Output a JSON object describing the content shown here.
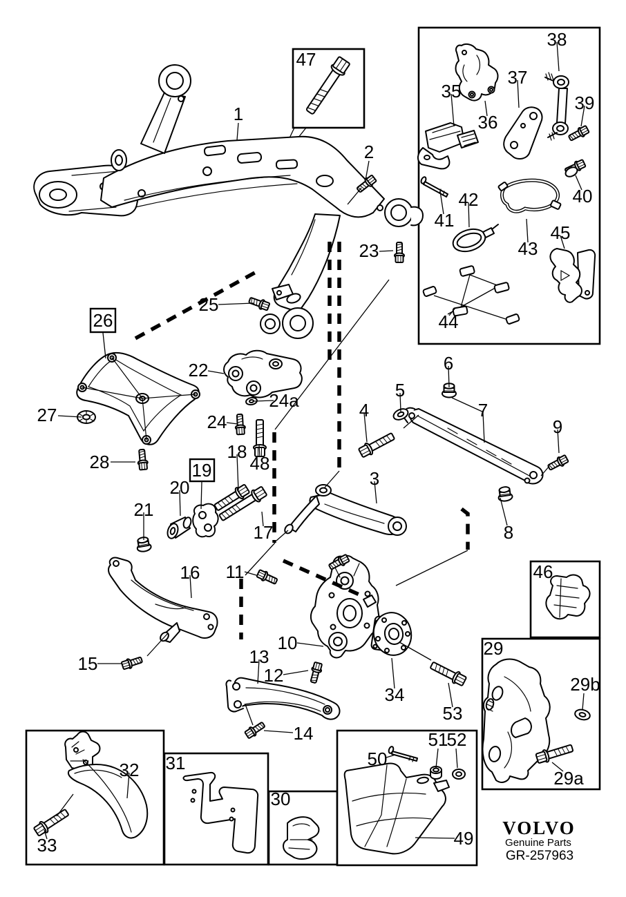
{
  "brand": {
    "logo": "VOLVO",
    "subtitle": "Genuine Parts",
    "drawing_number": "GR-257963"
  },
  "labels": {
    "n1": "1",
    "n2": "2",
    "n3": "3",
    "n4": "4",
    "n5": "5",
    "n6": "6",
    "n7": "7",
    "n8": "8",
    "n9": "9",
    "n10": "10",
    "n11": "11",
    "n12": "12",
    "n13": "13",
    "n14": "14",
    "n15": "15",
    "n16": "16",
    "n17": "17",
    "n18": "18",
    "n19": "19",
    "n20": "20",
    "n21": "21",
    "n22": "22",
    "n23": "23",
    "n24": "24",
    "n24a": "24a",
    "n25": "25",
    "n26": "26",
    "n27": "27",
    "n28": "28",
    "n29": "29",
    "n29a": "29a",
    "n29b": "29b",
    "n30": "30",
    "n31": "31",
    "n32": "32",
    "n33": "33",
    "n34": "34",
    "n35": "35",
    "n36": "36",
    "n37": "37",
    "n38": "38",
    "n39": "39",
    "n40": "40",
    "n41": "41",
    "n42": "42",
    "n43": "43",
    "n44": "44",
    "n45": "45",
    "n46": "46",
    "n47": "47",
    "n48": "48",
    "n49": "49",
    "n50": "50",
    "n51": "51",
    "n52": "52",
    "n53": "53"
  }
}
